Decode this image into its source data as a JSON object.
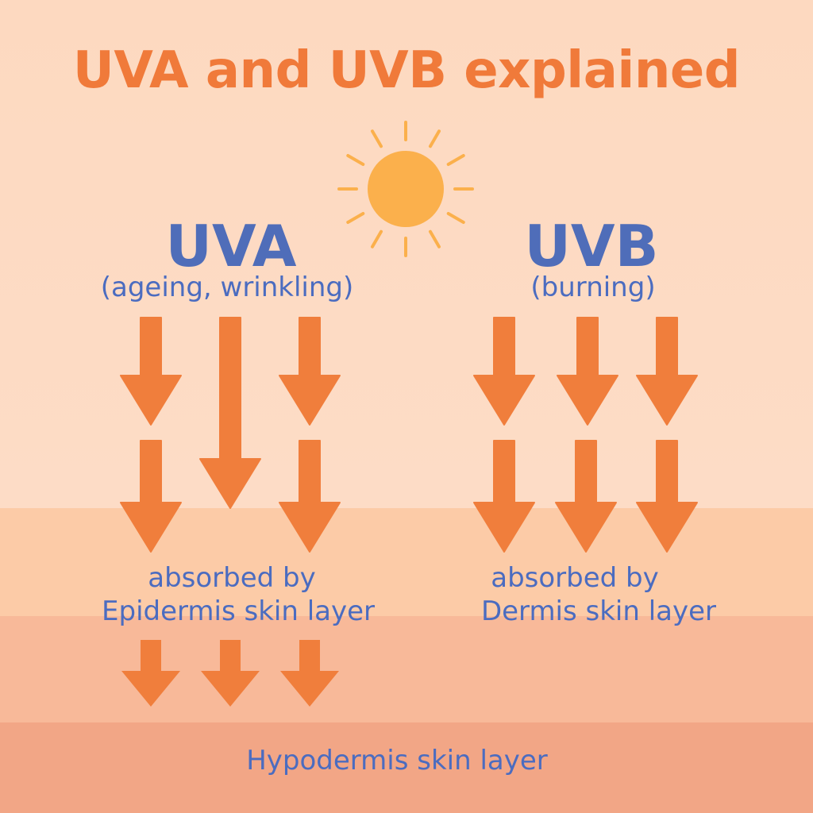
{
  "title": "UVA and UVB explained",
  "uva": {
    "heading": "UVA",
    "subtitle": "(ageing, wrinkling)",
    "absorbed_line1": "absorbed by",
    "absorbed_line2": "Epidermis skin layer"
  },
  "uvb": {
    "heading": "UVB",
    "subtitle": "(burning)",
    "absorbed_line1": "absorbed by",
    "absorbed_line2": "Dermis skin layer"
  },
  "bottom_label": "Hypodermis skin layer",
  "colors": {
    "arrow": "#f07e3c",
    "text": "#4b6cc0",
    "title": "#f07a3a",
    "sun": "#fbb04c"
  }
}
